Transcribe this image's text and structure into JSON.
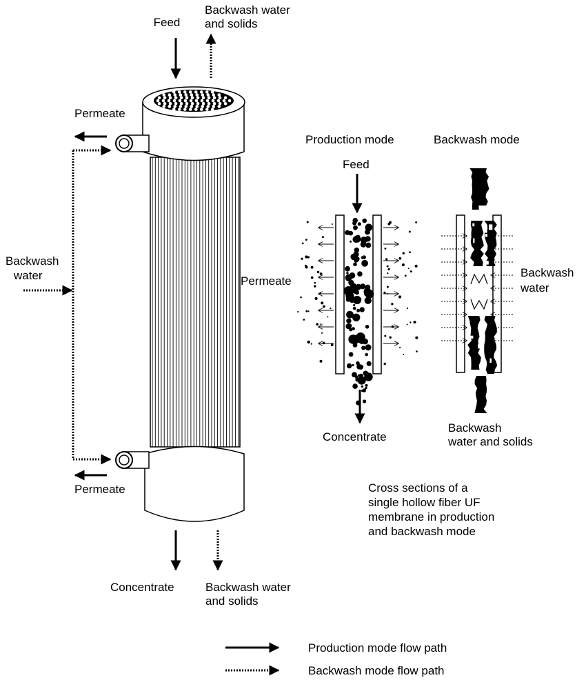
{
  "module": {
    "feed_label": "Feed",
    "backwash_out_label": [
      "Backwash water",
      "and solids"
    ],
    "permeate_top_label": "Permeate",
    "backwash_in_label": [
      "Backwash",
      "water"
    ],
    "permeate_bottom_label": "Permeate",
    "concentrate_label": "Concentrate",
    "backwash_bottom_label": [
      "Backwash water",
      "and solids"
    ]
  },
  "production": {
    "title": "Production mode",
    "feed_label": "Feed",
    "permeate_label": "Permeate",
    "concentrate_label": "Concentrate"
  },
  "backwash": {
    "title": "Backwash mode",
    "water_label": [
      "Backwash",
      "water"
    ],
    "out_label": [
      "Backwash",
      "water and solids"
    ]
  },
  "caption": [
    "Cross sections of a",
    "single hollow fiber UF",
    "membrane in production",
    "and backwash mode"
  ],
  "legend": [
    {
      "label": "Production mode flow path",
      "style": "solid"
    },
    {
      "label": "Backwash mode flow path",
      "style": "dotted"
    }
  ],
  "colors": {
    "ink": "#000000",
    "paper": "#ffffff"
  }
}
